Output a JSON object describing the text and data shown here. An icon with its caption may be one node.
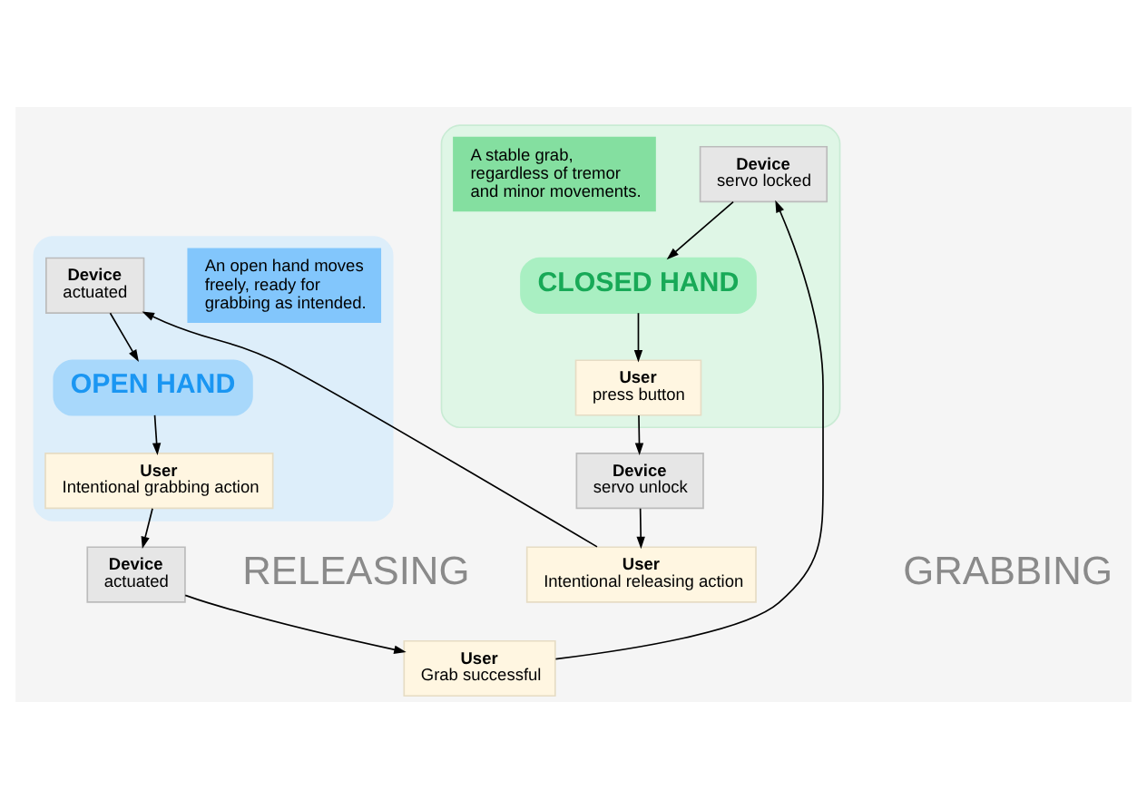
{
  "diagram": {
    "nodes": [
      {
        "text": [],
        "shape": "box"
      },
      {
        "text": [
          "OPEN HAND"
        ],
        "in": 0
      },
      {
        "text": [
          "An open hand moves freely, ready for grabbing as intended."
        ],
        "in": 0
      },
      {
        "text": [
          "Device",
          "actuated"
        ],
        "in": 0
      },
      {
        "text": [
          "User",
          "Intentional grabbing action"
        ],
        "in": 0
      },
      {
        "text": [
          "User",
          "Intentional releasing action"
        ]
      },
      {
        "text": [
          "Device",
          "actuated"
        ]
      },
      {
        "text": [
          "Device",
          "servo unlock"
        ]
      },
      {
        "text": [
          "User",
          "Grab successful"
        ]
      },
      {
        "text": [],
        "shape": "box"
      },
      {
        "text": [
          "User",
          "press button"
        ],
        "in": 9
      },
      {
        "text": [
          "Device",
          "servo locked"
        ],
        "in": 9
      },
      {
        "text": [
          "A stable grab, regardless of tremor and minor movements."
        ],
        "in": 9
      },
      {
        "text": [
          "CLOSED HAND"
        ],
        "in": 9
      }
    ],
    "edges": [
      {
        "from": 3,
        "to": 1,
        "arrow": "to"
      },
      {
        "from": 1,
        "to": 4,
        "arrow": "to"
      },
      {
        "from": 4,
        "to": 6,
        "arrow": "to"
      },
      {
        "from": 6,
        "to": 8,
        "arrow": "to"
      },
      {
        "from": 8,
        "to": 11,
        "arrow": "to"
      },
      {
        "from": 11,
        "to": 13,
        "arrow": "to"
      },
      {
        "from": 13,
        "to": 10,
        "arrow": "to"
      },
      {
        "from": 10,
        "to": 7,
        "arrow": "to"
      },
      {
        "from": 7,
        "to": 5,
        "arrow": "to"
      },
      {
        "from": 5,
        "to": 3,
        "arrow": "to"
      }
    ],
    "labels": [
      "RELEASING",
      "GRABBING"
    ]
  }
}
